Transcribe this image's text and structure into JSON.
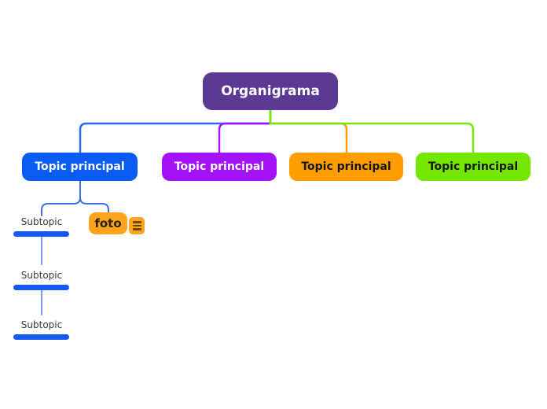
{
  "canvas": {
    "background": "#ffffff"
  },
  "root": {
    "label": "Organigrama",
    "fill": "#5c3a93",
    "text_color": "#ffffff",
    "stem_color": "#76e70a"
  },
  "topics": [
    {
      "label": "Topic principal",
      "fill": "#0b5cf2",
      "text_color": "#ffffff",
      "connector_color": "#2f6bee"
    },
    {
      "label": "Topic principal",
      "fill": "#a413f7",
      "text_color": "#ffffff",
      "connector_color": "#a413f7"
    },
    {
      "label": "Topic principal",
      "fill": "#ff9e00",
      "text_color": "#171717",
      "connector_color": "#ff9e00"
    },
    {
      "label": "Topic principal",
      "fill": "#74e600",
      "text_color": "#171717",
      "connector_color": "#76e70a"
    }
  ],
  "subtopics": [
    {
      "label": "Subtopic",
      "bar_color": "#1659f0"
    },
    {
      "label": "Subtopic",
      "bar_color": "#1659f0"
    },
    {
      "label": "Subtopic",
      "bar_color": "#1659f0"
    }
  ],
  "branch_connector_color": "#3f6fe8",
  "subtopic_connector_color": "#7e97f0",
  "foto": {
    "label": "foto",
    "fill": "#ffa41c",
    "text_color": "#2a2209",
    "icon": "notes-icon",
    "icon_fill": "#ffa41c",
    "icon_line_color": "#6e4a00"
  }
}
